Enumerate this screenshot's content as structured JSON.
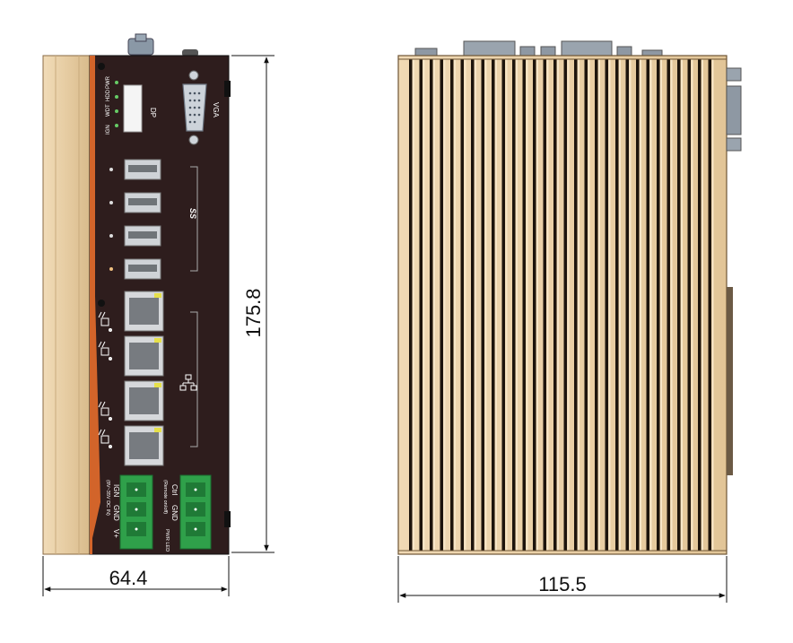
{
  "dimensions": {
    "front_width": "64.4",
    "front_height": "175.8",
    "side_depth": "115.5"
  },
  "front_panel": {
    "leds": [
      "IGN",
      "WDT",
      "HDD",
      "PWR"
    ],
    "dp_label": "DP",
    "vga_label": "VGA",
    "usb_logo": "SS",
    "usb_count": 4,
    "lan_count": 4,
    "power_terminal": {
      "title": "(8V~35V DC IN)",
      "pins": [
        "IGN",
        "GND",
        "V+"
      ]
    },
    "remote_terminal": {
      "title": "(Remote on/off)",
      "pins": [
        "Ctrl",
        "GND",
        "PWR LED"
      ]
    }
  },
  "colors": {
    "chassis_dark": "#2e1d1d",
    "heatsink_tan": "#e8cfa6",
    "terminal_green": "#2fa04a",
    "accent_orange": "#d2642a"
  }
}
